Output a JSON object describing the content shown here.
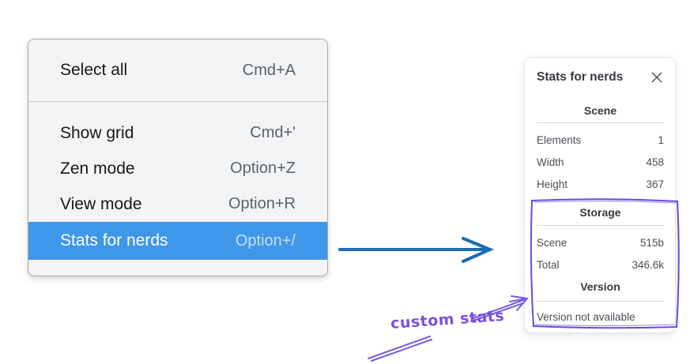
{
  "menu": {
    "items": [
      {
        "label": "Select all",
        "shortcut": "Cmd+A"
      },
      {
        "label": "Show grid",
        "shortcut": "Cmd+'"
      },
      {
        "label": "Zen mode",
        "shortcut": "Option+Z"
      },
      {
        "label": "View mode",
        "shortcut": "Option+R"
      },
      {
        "label": "Stats for nerds",
        "shortcut": "Option+/"
      }
    ],
    "highlighted_item": "Stats for nerds",
    "highlight_color": "#3e97e8"
  },
  "stats_panel": {
    "title": "Stats for nerds",
    "sections": [
      {
        "heading": "Scene",
        "rows": [
          {
            "label": "Elements",
            "value": "1"
          },
          {
            "label": "Width",
            "value": "458"
          },
          {
            "label": "Height",
            "value": "367"
          }
        ]
      },
      {
        "heading": "Storage",
        "rows": [
          {
            "label": "Scene",
            "value": "515b"
          },
          {
            "label": "Total",
            "value": "346.6k"
          }
        ]
      },
      {
        "heading": "Version",
        "note": "Version not available"
      }
    ]
  },
  "annotation": {
    "label": "custom stats",
    "color": "#7b4fe0"
  },
  "drawing_colors": {
    "blue_arrow": "#1d6bb4",
    "purple_box": "#6b4bd6"
  }
}
